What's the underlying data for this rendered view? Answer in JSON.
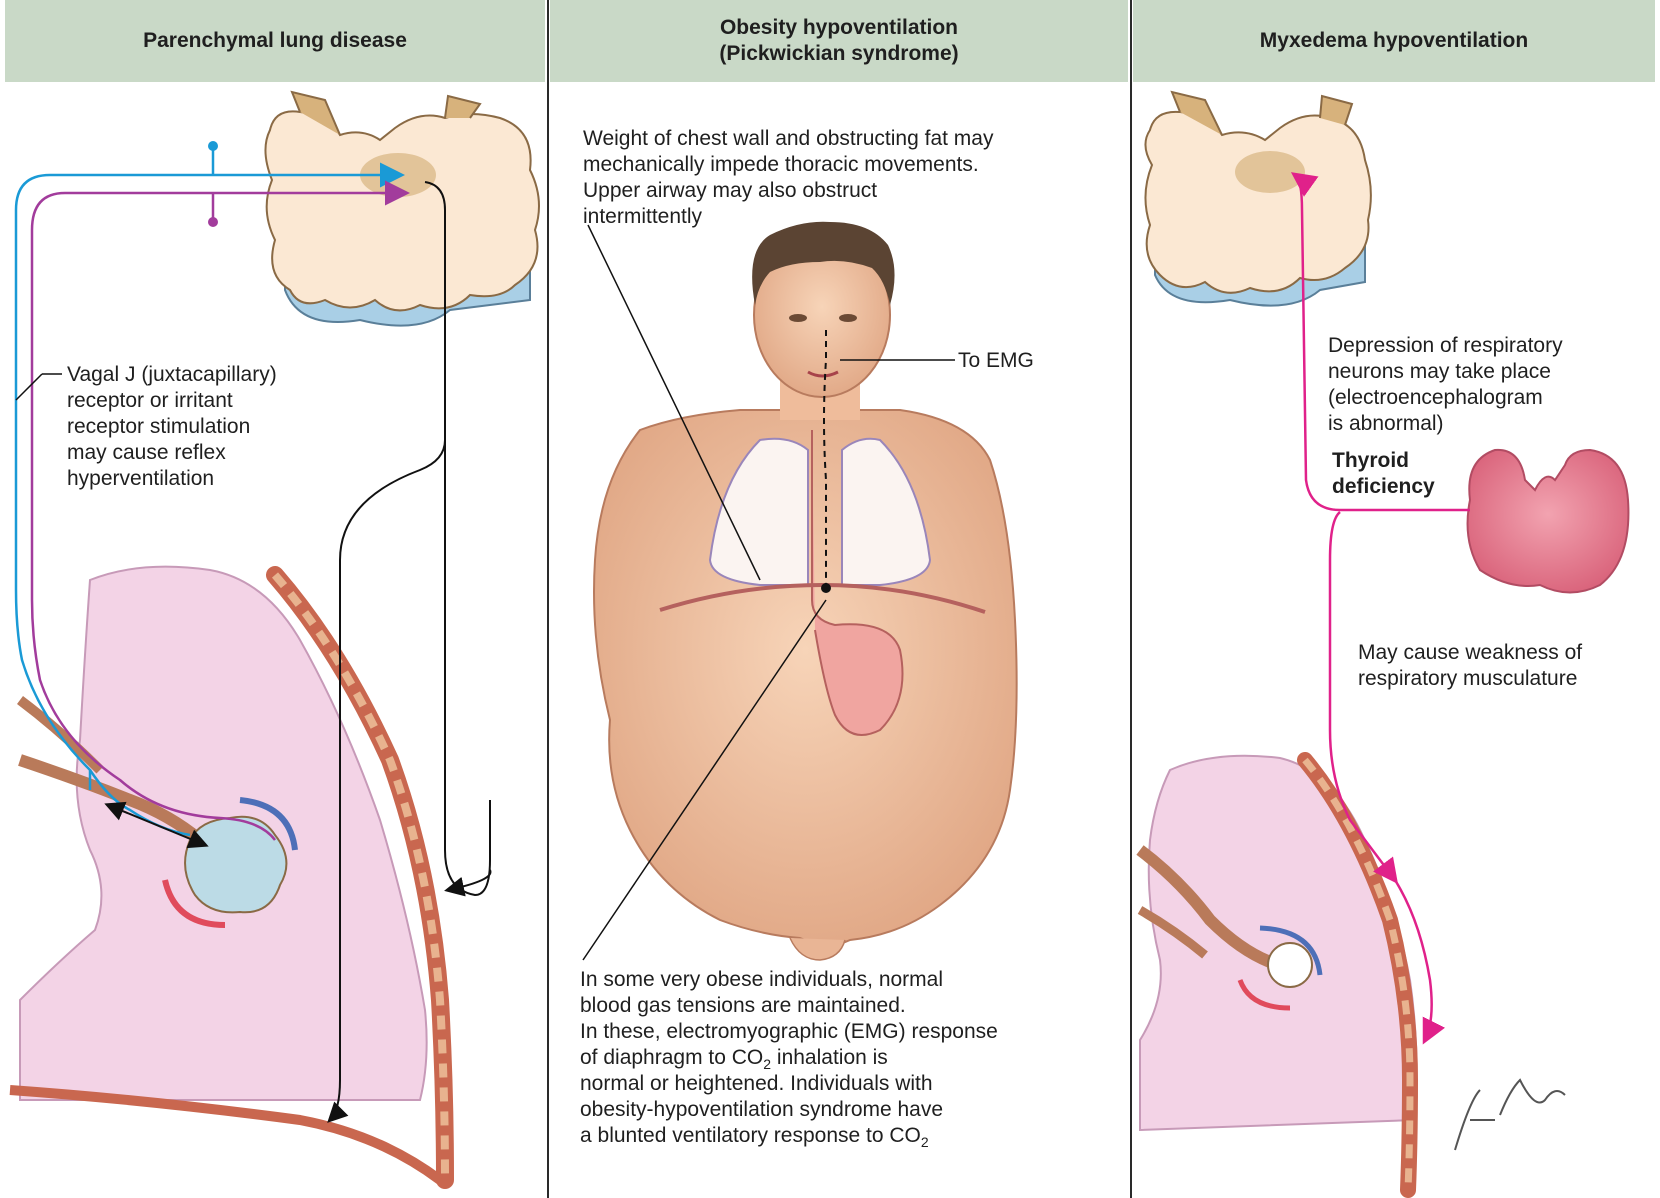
{
  "panels": {
    "left": {
      "title": "Parenchymal lung disease"
    },
    "middle": {
      "title_line1": "Obesity hypoventilation",
      "title_line2": "(Pickwickian syndrome)"
    },
    "right": {
      "title": "Myxedema hypoventilation"
    }
  },
  "labels": {
    "vagal": [
      "Vagal J (juxtacapillary)",
      "receptor or irritant",
      "receptor stimulation",
      "may cause reflex",
      "hyperventilation"
    ],
    "weight": [
      "Weight of chest wall and obstructing fat may",
      "mechanically impede thoracic movements.",
      "Upper airway may also obstruct",
      "intermittently"
    ],
    "emg": "To EMG",
    "obese": {
      "l1": "In some very obese individuals, normal",
      "l2": "blood gas tensions are maintained.",
      "l3": "In these, electromyographic (EMG) response",
      "l4_pre": "of diaphragm to CO",
      "l4_sub": "2",
      "l4_post": " inhalation is",
      "l5": "normal or heightened. Individuals with",
      "l6": "obesity-hypoventilation syndrome have",
      "l7_pre": "a blunted ventilatory response to CO",
      "l7_sub": "2"
    },
    "depression": [
      "Depression of respiratory",
      "neurons may take place",
      "(electroencephalogram",
      "is abnormal)"
    ],
    "thyroid": [
      "Thyroid",
      "deficiency"
    ],
    "weakness": [
      "May cause weakness of",
      "respiratory musculature"
    ],
    "signature": "F. Netter M.D."
  },
  "colors": {
    "header_bg": "#c9d9c7",
    "afferent_blue": "#1a9ad6",
    "efferent_purple": "#a23c9c",
    "pathway_pink": "#e0218a",
    "lung_fill": "#f3d3e6",
    "skin": "#f2c7a6"
  }
}
